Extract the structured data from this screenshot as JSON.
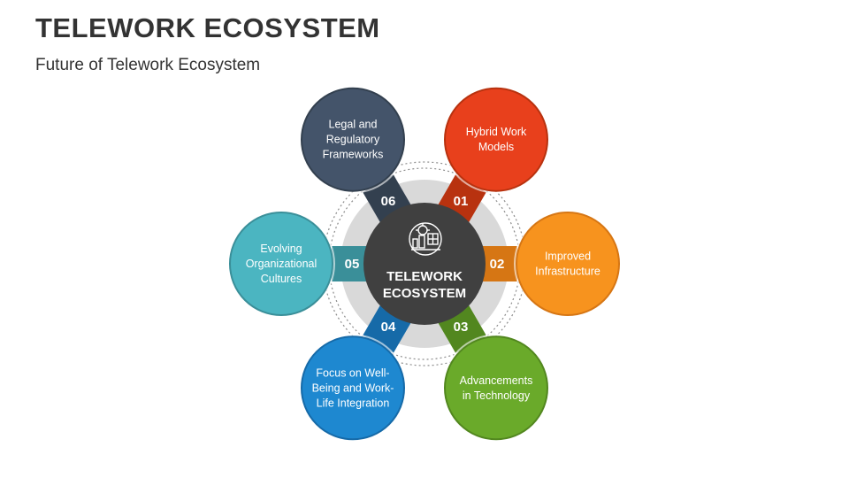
{
  "header": {
    "title": "TELEWORK ECOSYSTEM",
    "subtitle": "Future of Telework Ecosystem"
  },
  "center": {
    "line1": "TELEWORK",
    "line2": "ECOSYSTEM",
    "icon": "telework-network-icon",
    "color": "#404040"
  },
  "ring_color": "#d9d9d9",
  "items": [
    {
      "number": "01",
      "lines": [
        "Hybrid Work",
        "Models"
      ],
      "color": "#e8401c",
      "tab_color": "#b8320f"
    },
    {
      "number": "02",
      "lines": [
        "Improved",
        "Infrastructure"
      ],
      "color": "#f7931e",
      "tab_color": "#d67614"
    },
    {
      "number": "03",
      "lines": [
        "Advancements",
        "in Technology"
      ],
      "color": "#6aaa2a",
      "tab_color": "#52871f"
    },
    {
      "number": "04",
      "lines": [
        "Focus on Well-",
        "Being and Work-",
        "Life Integration"
      ],
      "color": "#1e88d0",
      "tab_color": "#166aa8"
    },
    {
      "number": "05",
      "lines": [
        "Evolving",
        "Organizational",
        "Cultures"
      ],
      "color": "#4bb5c1",
      "tab_color": "#3a8f99"
    },
    {
      "number": "06",
      "lines": [
        "Legal and",
        "Regulatory",
        "Frameworks"
      ],
      "color": "#44546a",
      "tab_color": "#33404f"
    }
  ]
}
